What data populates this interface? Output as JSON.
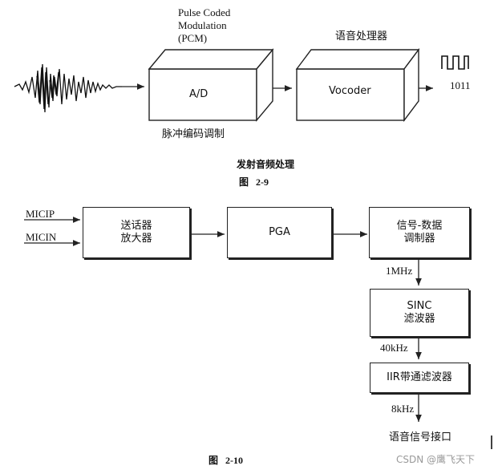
{
  "fig9": {
    "pcm_label_line1": "Pulse Coded",
    "pcm_label_line2": "Modulation",
    "pcm_label_line3": "(PCM)",
    "ad_box": "A/D",
    "ad_caption": "脉冲编码调制",
    "vocoder_title": "语音处理器",
    "vocoder_box": "Vocoder",
    "output_bits": "1011",
    "section_title": "发射音频处理",
    "figure_label": "图   2-9"
  },
  "fig10": {
    "input1": "MICIP",
    "input2": "MICIN",
    "amp_line1": "送话器",
    "amp_line2": "放大器",
    "pga": "PGA",
    "codec_line1": "信号-数据",
    "codec_line2": "调制器",
    "freq1": "1MHz",
    "sinc_line1": "SINC",
    "sinc_line2": "滤波器",
    "freq2": "40kHz",
    "iir": "IIR带通滤波器",
    "freq3": "8kHz",
    "output": "语音信号接口",
    "figure_label": "图   2-10"
  },
  "watermark": "CSDN @鹰飞天下"
}
